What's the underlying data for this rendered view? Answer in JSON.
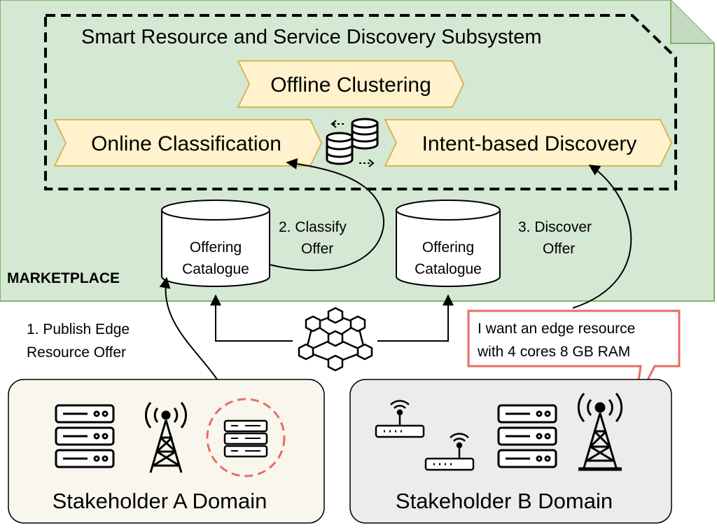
{
  "marketplace_label": "MARKETPLACE",
  "subsystem": {
    "title": "Smart Resource and Service Discovery Subsystem",
    "offline_clustering": "Offline Clustering",
    "online_classification": "Online Classification",
    "intent_discovery": "Intent-based Discovery"
  },
  "catalogue_left": {
    "line1": "Offering",
    "line2": "Catalogue"
  },
  "catalogue_right": {
    "line1": "Offering",
    "line2": "Catalogue"
  },
  "steps": {
    "publish_line1": "1. Publish Edge",
    "publish_line2": "Resource  Offer",
    "classify_line1": "2. Classify",
    "classify_line2": "Offer",
    "discover_line1": "3. Discover",
    "discover_line2": "Offer"
  },
  "callout": {
    "line1": "I want an edge resource",
    "line2": "with 4 cores 8 GB RAM"
  },
  "domain_a": {
    "label": "Stakeholder A Domain"
  },
  "domain_b": {
    "label": "Stakeholder B Domain"
  },
  "colors": {
    "marketplace_fill": "#d5e8d4",
    "marketplace_stroke": "#82b366",
    "step_fill": "#fff2cc",
    "step_stroke": "#d6b656",
    "domain_a_fill": "#f9f7ed",
    "domain_b_fill": "#ececec",
    "highlight": "#ea6b66"
  },
  "icons": [
    "server-icon",
    "antenna-tower-icon",
    "router-icon",
    "blockchain-icon",
    "database-icon"
  ]
}
